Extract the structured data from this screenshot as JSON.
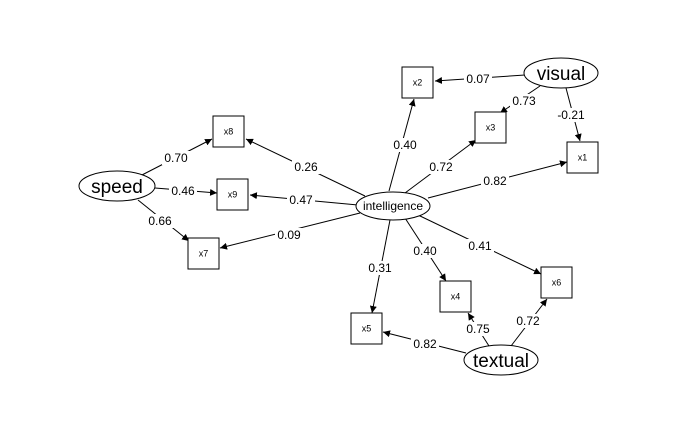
{
  "diagram": {
    "latent_nodes": [
      {
        "id": "intelligence",
        "label": "intelligence"
      },
      {
        "id": "speed",
        "label": "speed"
      },
      {
        "id": "visual",
        "label": "visual"
      },
      {
        "id": "textual",
        "label": "textual"
      }
    ],
    "observed_nodes": [
      {
        "id": "x1",
        "label": "x1"
      },
      {
        "id": "x2",
        "label": "x2"
      },
      {
        "id": "x3",
        "label": "x3"
      },
      {
        "id": "x4",
        "label": "x4"
      },
      {
        "id": "x5",
        "label": "x5"
      },
      {
        "id": "x6",
        "label": "x6"
      },
      {
        "id": "x7",
        "label": "x7"
      },
      {
        "id": "x8",
        "label": "x8"
      },
      {
        "id": "x9",
        "label": "x9"
      }
    ],
    "edges": [
      {
        "from": "intelligence",
        "to": "x8",
        "label": "0.26"
      },
      {
        "from": "intelligence",
        "to": "x9",
        "label": "0.47"
      },
      {
        "from": "intelligence",
        "to": "x7",
        "label": "0.09"
      },
      {
        "from": "intelligence",
        "to": "x2",
        "label": "0.40"
      },
      {
        "from": "intelligence",
        "to": "x3",
        "label": "0.72"
      },
      {
        "from": "intelligence",
        "to": "x1",
        "label": "0.82"
      },
      {
        "from": "intelligence",
        "to": "x5",
        "label": "0.31"
      },
      {
        "from": "intelligence",
        "to": "x4",
        "label": "0.40"
      },
      {
        "from": "intelligence",
        "to": "x6",
        "label": "0.41"
      },
      {
        "from": "speed",
        "to": "x8",
        "label": "0.70"
      },
      {
        "from": "speed",
        "to": "x9",
        "label": "0.46"
      },
      {
        "from": "speed",
        "to": "x7",
        "label": "0.66"
      },
      {
        "from": "visual",
        "to": "x2",
        "label": "0.07"
      },
      {
        "from": "visual",
        "to": "x3",
        "label": "0.73"
      },
      {
        "from": "visual",
        "to": "x1",
        "label": "-0.21"
      },
      {
        "from": "textual",
        "to": "x5",
        "label": "0.82"
      },
      {
        "from": "textual",
        "to": "x4",
        "label": "0.75"
      },
      {
        "from": "textual",
        "to": "x6",
        "label": "0.72"
      }
    ]
  }
}
